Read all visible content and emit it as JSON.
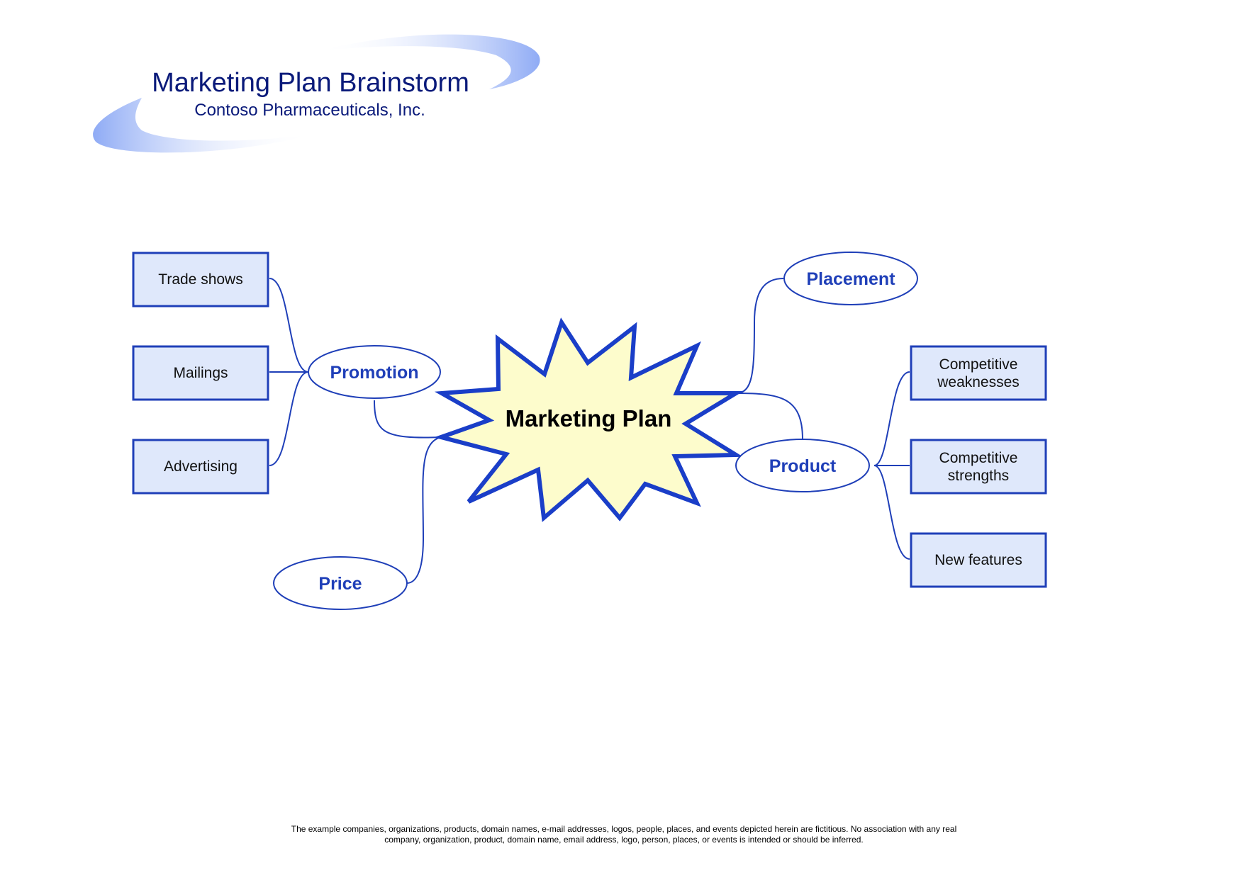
{
  "header": {
    "title": "Marketing Plan Brainstorm",
    "subtitle": "Contoso Pharmaceuticals, Inc."
  },
  "colors": {
    "line": "#1f3fb8",
    "star_stroke": "#1a3ec8",
    "star_fill": "#fdfccc",
    "box_fill": "#dfe8fb",
    "accent_gradient": "#8fabf5",
    "title": "#0a1a7a",
    "ellipse_text": "#1f3fb8"
  },
  "diagram": {
    "center": "Marketing Plan",
    "branches": {
      "promotion": {
        "label": "Promotion",
        "children": [
          "Trade shows",
          "Mailings",
          "Advertising"
        ]
      },
      "price": {
        "label": "Price"
      },
      "placement": {
        "label": "Placement"
      },
      "product": {
        "label": "Product",
        "children": [
          [
            "Competitive",
            "weaknesses"
          ],
          [
            "Competitive",
            "strengths"
          ],
          [
            "New features"
          ]
        ]
      }
    }
  },
  "footer": {
    "line1": "The example companies, organizations, products, domain names, e-mail addresses, logos, people, places, and events depicted herein are fictitious. No association with any real",
    "line2": "company, organization, product, domain name, email address, logo, person, places, or events is intended or should be inferred."
  }
}
